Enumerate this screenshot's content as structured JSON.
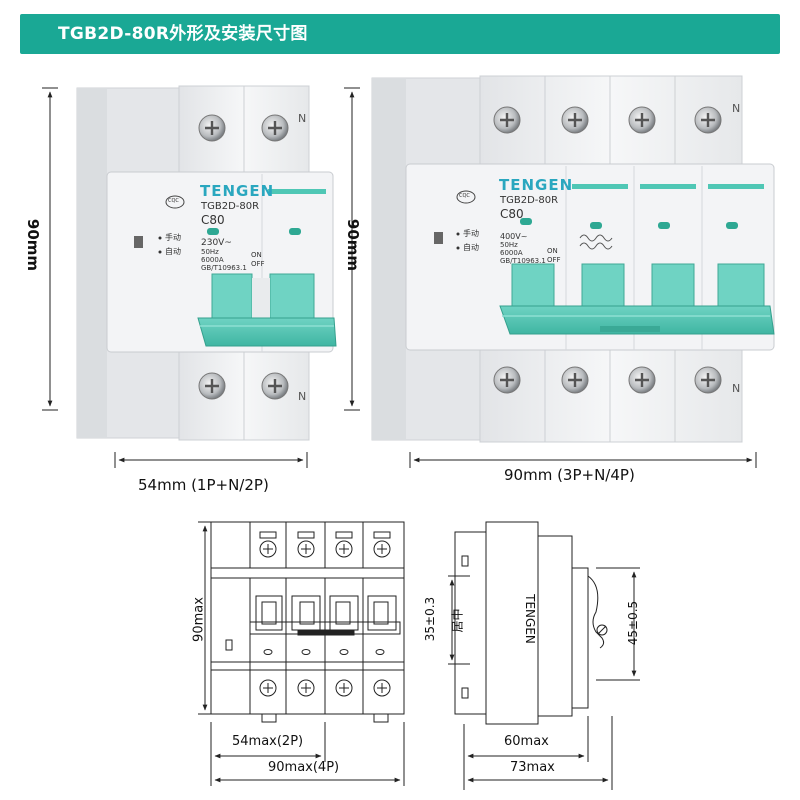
{
  "banner": {
    "title": "TGB2D-80R外形及安装尺寸图"
  },
  "colors": {
    "accent": "#1aa895",
    "handle": "#4fc7b5",
    "body": "#eeeff1",
    "line": "#222222"
  },
  "product_2p": {
    "height_label": "90mm",
    "width_label": "54mm (1P+N/2P)",
    "brand": "TENGEN",
    "model": "TGB2D-80R",
    "rating": "C80",
    "voltage": "230V~",
    "freq": "50Hz",
    "breaking": "6000A",
    "standard": "GB/T10963.1",
    "manual": "手动",
    "auto": "自动",
    "on": "ON",
    "off": "OFF",
    "neutral": "N",
    "ccc": "CQC"
  },
  "product_4p": {
    "height_label": "90mm",
    "width_label": "90mm (3P+N/4P)",
    "brand": "TENGEN",
    "model": "TGB2D-80R",
    "rating": "C80",
    "voltage": "400V~",
    "freq": "50Hz",
    "breaking": "6000A",
    "standard": "GB/T10963.1",
    "manual": "手动",
    "auto": "自动",
    "on": "ON",
    "off": "OFF",
    "neutral": "N",
    "ccc": "CQC"
  },
  "drawing_front": {
    "height": "90max",
    "width_2p": "54max(2P)",
    "width_4p": "90max(4P)"
  },
  "drawing_side": {
    "brand": "TENGEN",
    "center": "35±0.3",
    "center_note": "居中",
    "rail": "45±0.5",
    "depth_body": "60max",
    "depth_total": "73max"
  }
}
